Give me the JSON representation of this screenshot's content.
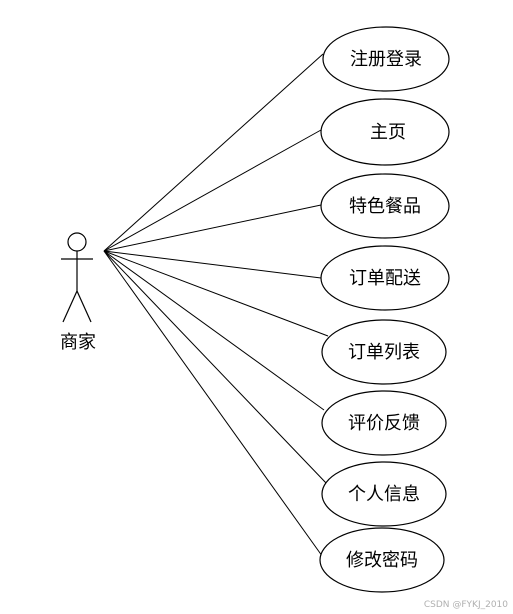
{
  "actor": {
    "label": "商家"
  },
  "use_cases": [
    {
      "label": "注册登录"
    },
    {
      "label": "主页"
    },
    {
      "label": "特色餐品"
    },
    {
      "label": "订单配送"
    },
    {
      "label": "订单列表"
    },
    {
      "label": "评价反馈"
    },
    {
      "label": "个人信息"
    },
    {
      "label": "修改密码"
    }
  ],
  "watermark": "CSDN @FYKJ_2010"
}
